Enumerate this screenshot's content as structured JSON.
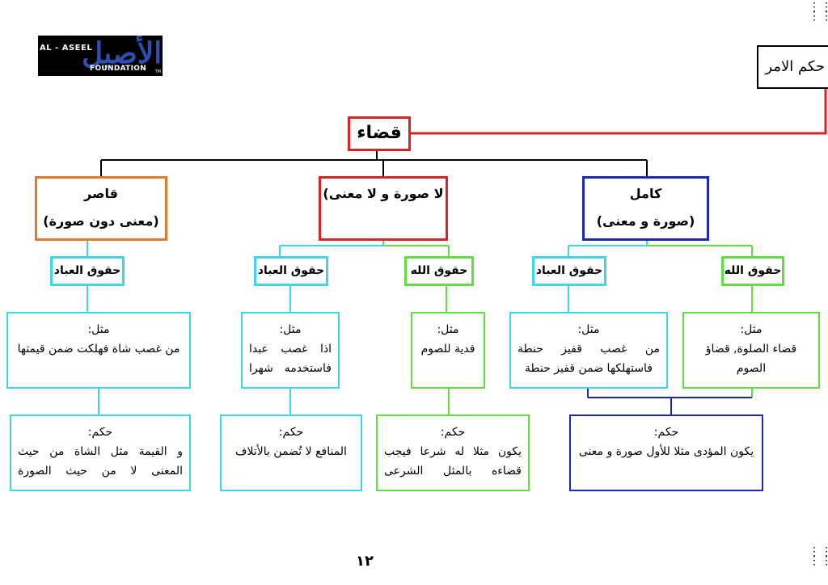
{
  "logo": {
    "arabic": "الأصيل",
    "line1": "AL - ASEEL",
    "line2": "FOUNDATION",
    "tm": "TM"
  },
  "header_box": "حكم الامر",
  "root": "قضاء",
  "categories": [
    {
      "id": "kamil",
      "line1": "كامل",
      "line2": "(صورة و معنى)",
      "color": "#1c28b0"
    },
    {
      "id": "la_sura",
      "line1": "لا صورة و لا معنى)",
      "color": "#d62428"
    },
    {
      "id": "qasir",
      "line1": "قاصر",
      "line2": "(معنى دون صورة)",
      "color": "#e07b2c"
    }
  ],
  "rights": {
    "huquq_allah": "حقوق الله",
    "huquq_ibad": "حقوق العباد"
  },
  "examples": {
    "label": "مثل:",
    "kamil_allah": "قضاء الصلوة, قضاؤ الصوم",
    "kamil_ibad": [
      "من غصب قفيز حنطة",
      "فاستهلكها ضمن قفيز حنطة"
    ],
    "la_allah": "فدية للصوم",
    "la_ibad": [
      "اذا غصب عبدا",
      "فاستخدمه شهرا"
    ],
    "qasir_ibad": "من غصب شاة فهلكت ضمن قيمتها"
  },
  "rulings": {
    "label": "حكم:",
    "kamil": "يكون المؤدى مثلا للأول صورة و معنى",
    "la_allah": [
      "يكون مثلا له شرعا فيجب",
      "قضاءه بالمثل الشرعى"
    ],
    "la_ibad": "المنافع لا تُضمن بالأتلاف",
    "qasir": [
      "و القيمة مثل الشاة من حيث",
      "المعنى لا من حيث الصورة"
    ]
  },
  "page_number": "١٢",
  "colors": {
    "cyan": "#3fd7e6",
    "green": "#5fe040",
    "navy": "#1c28b0",
    "red": "#d62428",
    "orange": "#e07b2c",
    "black": "#000000"
  }
}
